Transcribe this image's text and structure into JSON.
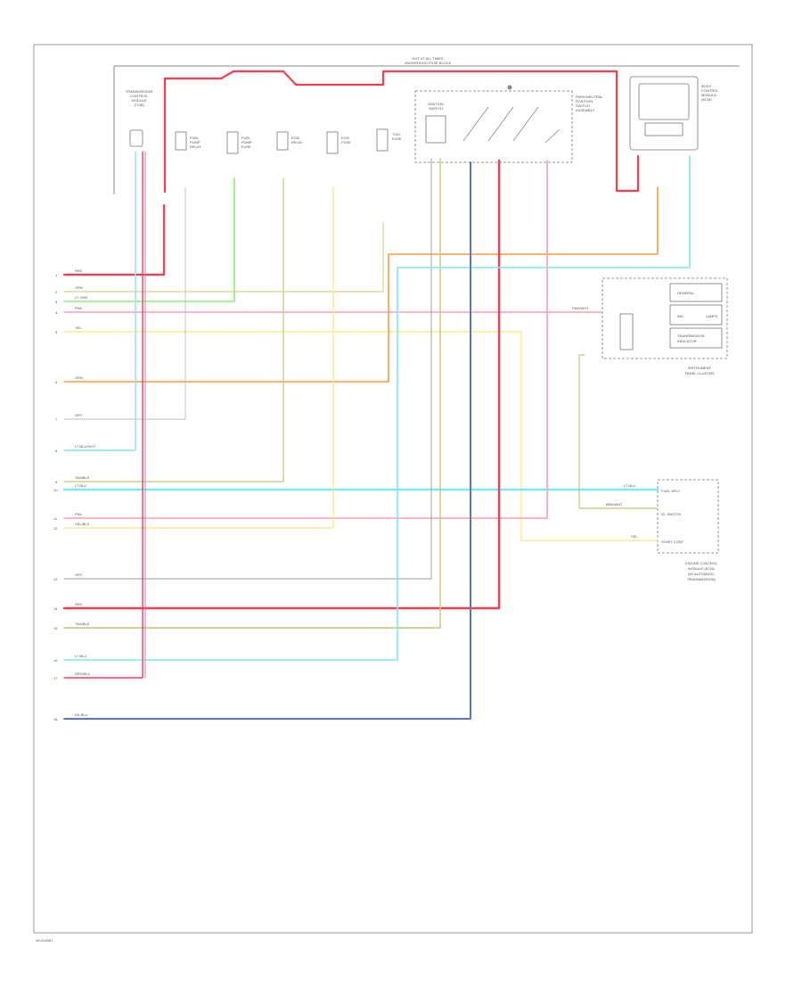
{
  "footer_code": "W1234567",
  "header": {
    "top_label": "HOT AT ALL TIMES",
    "sub_label": "UNDERHOOD FUSE BLOCK"
  },
  "components": {
    "left_module": [
      "TRANSMISSION",
      "CONTROL",
      "MODULE",
      "(TCM)"
    ],
    "relays": [
      [
        "FUEL",
        "PUMP",
        "RELAY"
      ],
      [
        "FUEL",
        "PUMP",
        "FUSE"
      ],
      [
        "ECM",
        "RELAY"
      ],
      [
        "ECM",
        "FUSE"
      ],
      [
        "TCM",
        "FUSE"
      ]
    ],
    "ignition_switch": [
      "IGNITION",
      "SWITCH"
    ],
    "gear_selector": [
      "PARK/NEUTRAL",
      "POSITION",
      "SWITCH",
      "ASSEMBLY"
    ],
    "right_module": [
      "BODY",
      "CONTROL",
      "MODULE",
      "(BCM)"
    ],
    "instrument_cluster": [
      "INSTRUMENT",
      "PANEL CLUSTER"
    ],
    "cluster_inner": [
      "GENERAL",
      "IND",
      "LAMPS",
      "TRANSMISSION",
      "INDICATOR"
    ],
    "engine_module_title": [
      "ENGINE CONTROL",
      "MODULE (ECM)",
      "(W/ AUTOMATIC",
      "TRANSMISSION)"
    ],
    "engine_module_pins": [
      "FUEL SPLY",
      "IG. SWITCH",
      "START CONT"
    ]
  },
  "left_wire_labels": [
    {
      "pin": "1",
      "text": "RED"
    },
    {
      "pin": "2",
      "text": "ORN"
    },
    {
      "pin": "3",
      "text": "LT GRN"
    },
    {
      "pin": "4",
      "text": "PNK"
    },
    {
      "pin": "5",
      "text": "YEL"
    },
    {
      "pin": "6",
      "text": "ORN"
    },
    {
      "pin": "7",
      "text": "GRY"
    },
    {
      "pin": "8",
      "text": "LT BLU/WHT"
    },
    {
      "pin": "9",
      "text": "TAN/BLK"
    },
    {
      "pin": "10",
      "text": "LT BLU"
    },
    {
      "pin": "11",
      "text": "PNK"
    },
    {
      "pin": "12",
      "text": "YEL/BLK"
    },
    {
      "pin": "13",
      "text": "GRY"
    },
    {
      "pin": "14",
      "text": "RED"
    },
    {
      "pin": "15",
      "text": "TAN/BLK"
    },
    {
      "pin": "16",
      "text": "LT BLU"
    },
    {
      "pin": "17",
      "text": "RED/BLK"
    },
    {
      "pin": "18",
      "text": "DK BLU"
    }
  ],
  "right_wire_labels": [
    "PNK/WHT",
    "LT BLU",
    "BRN/WHT",
    "YEL"
  ],
  "colors": {
    "red": "#ff3b4e",
    "pink": "#ff9db4",
    "orange": "#ff9a3c",
    "yellow": "#f7ea7a",
    "tan": "#d9d089",
    "olive": "#c9c47a",
    "green": "#8cf07a",
    "cyan": "#7fe9f2",
    "blue": "#5b72d6",
    "gray": "#9a9a9a",
    "magenta": "#d67fd6"
  }
}
